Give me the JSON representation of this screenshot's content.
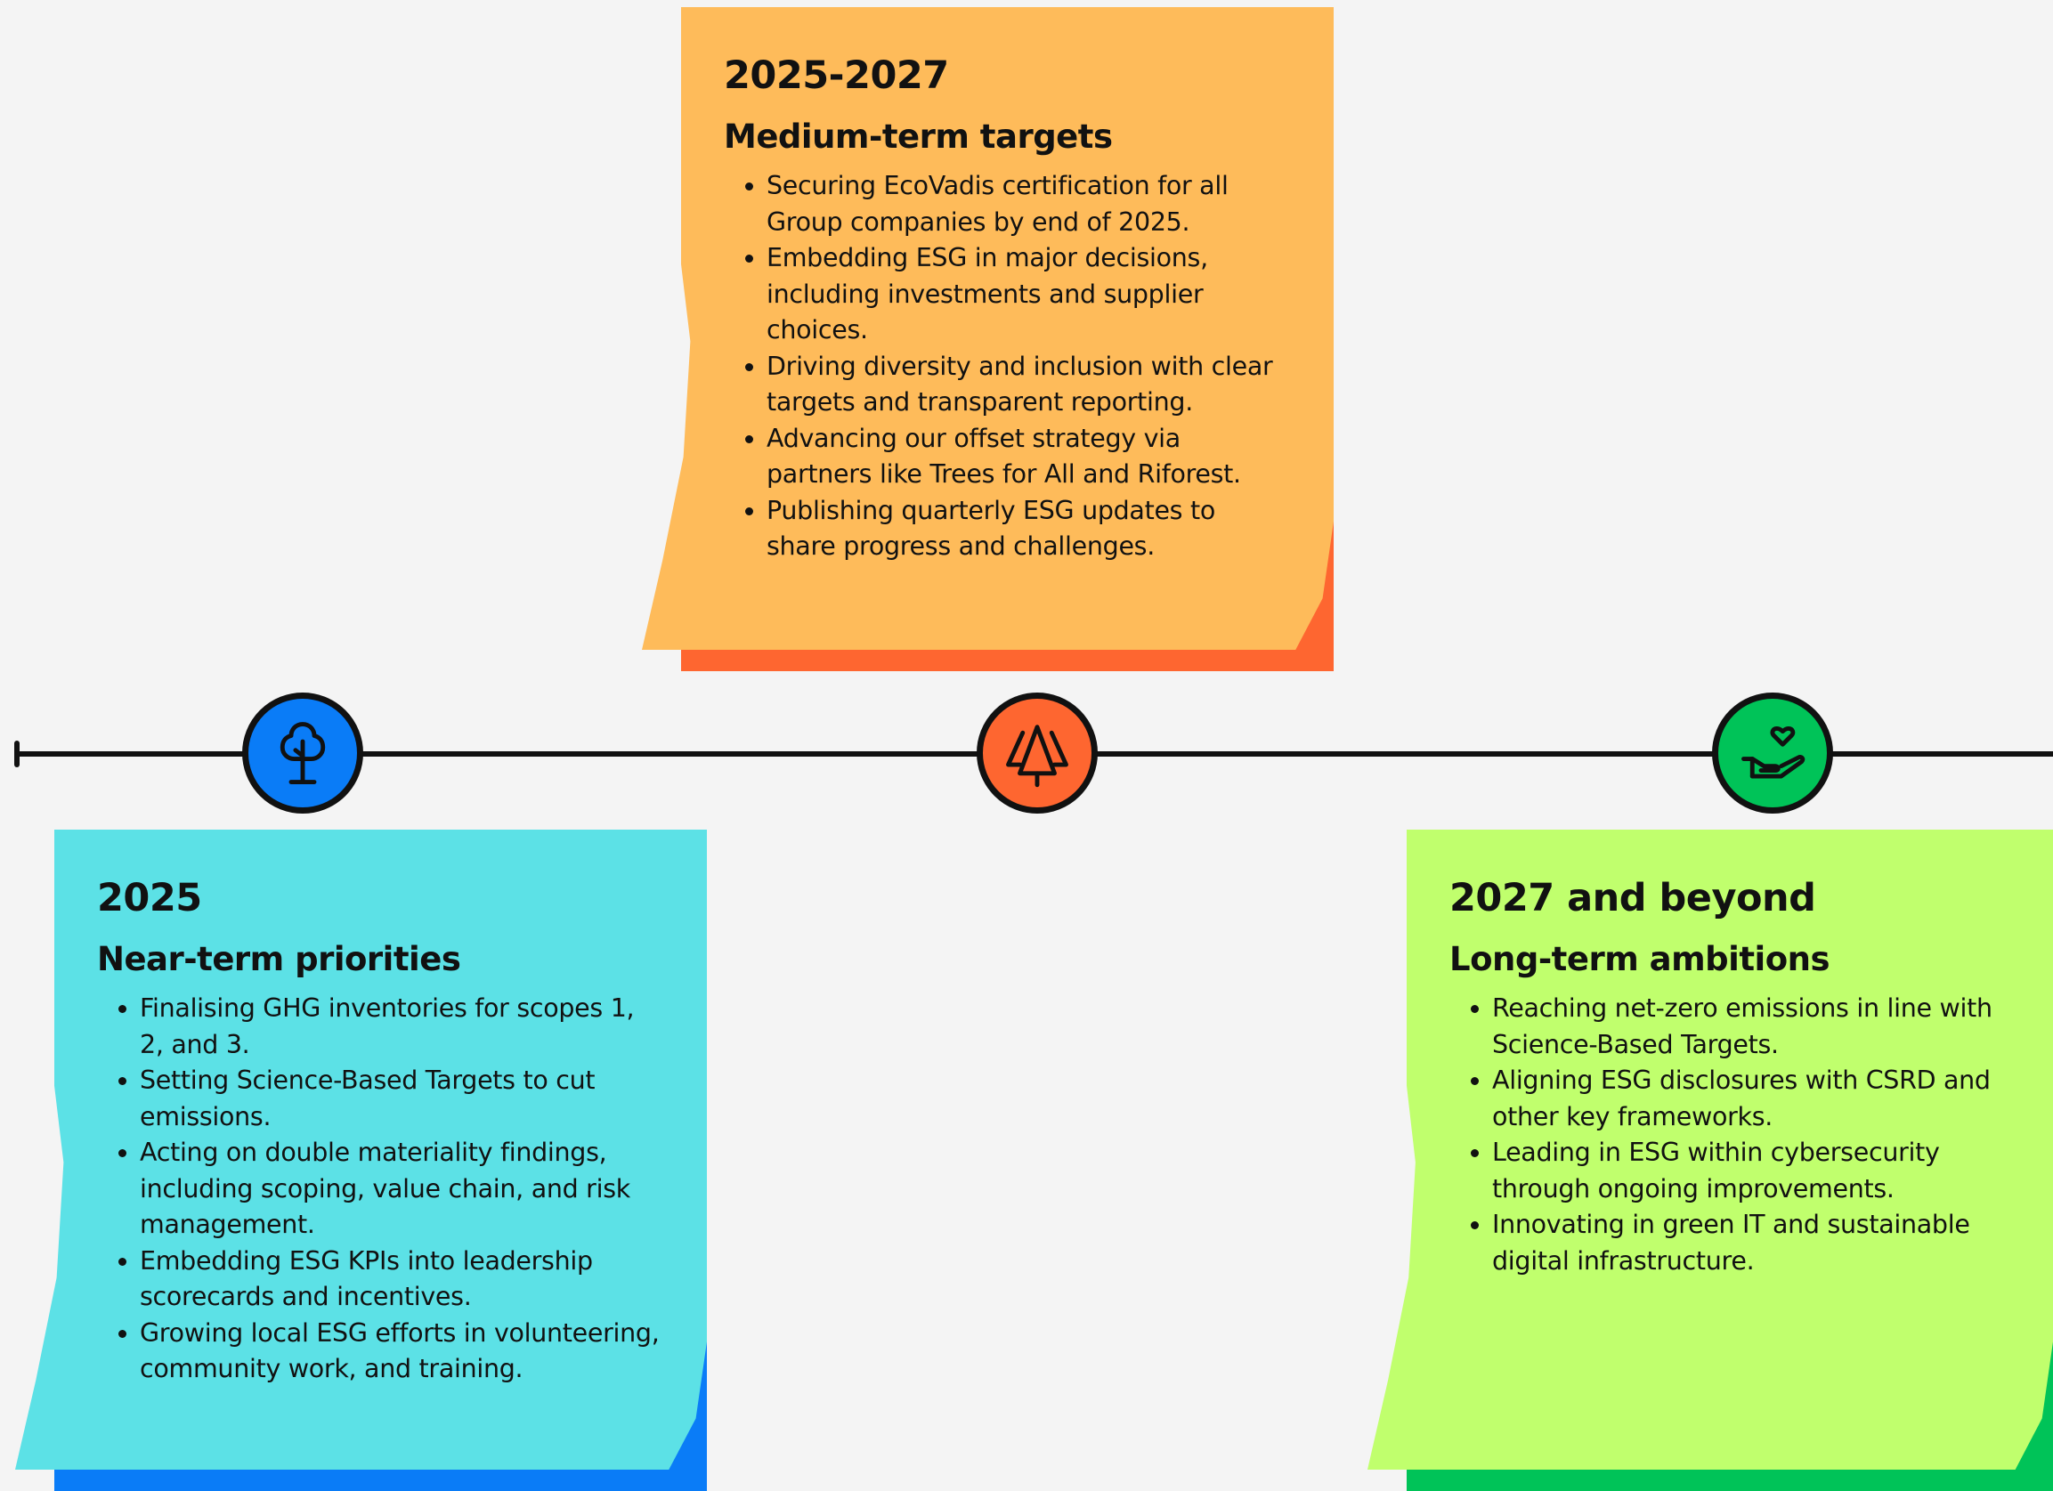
{
  "colors": {
    "background": "#f4f4f4",
    "line": "#111111",
    "near_term": {
      "sheet": "#5ce1e6",
      "shadow": "#0a7cf7",
      "node": "#0a7cf7"
    },
    "medium_term": {
      "sheet": "#febb5a",
      "shadow": "#fe6630",
      "node": "#fe6630"
    },
    "long_term": {
      "sheet": "#c0ff6d",
      "shadow": "#00c358",
      "node": "#00c358"
    }
  },
  "nodes": {
    "near_term_icon": "tree-icon",
    "medium_term_icon": "pine-trees-icon",
    "long_term_icon": "hand-heart-icon"
  },
  "phases": {
    "medium": {
      "period": "2025-2027",
      "heading": "Medium-term targets",
      "items": [
        "Securing EcoVadis certification for all Group companies by end of 2025.",
        "Embedding ESG in major decisions, including investments and supplier choices.",
        "Driving diversity and inclusion with clear targets and transparent reporting.",
        "Advancing our offset strategy via partners like Trees for All and Riforest.",
        "Publishing quarterly ESG updates to share progress and challenges."
      ]
    },
    "near": {
      "period": "2025",
      "heading": "Near-term priorities",
      "items": [
        "Finalising GHG inventories for scopes 1, 2, and 3.",
        "Setting Science-Based Targets to cut emissions.",
        "Acting on double materiality findings, including scoping, value chain, and risk management.",
        "Embedding ESG KPIs into leadership scorecards and incentives.",
        "Growing local ESG efforts in volunteering, community work, and training."
      ]
    },
    "long": {
      "period": "2027 and beyond",
      "heading": "Long-term ambitions",
      "items": [
        "Reaching net-zero emissions in line with Science-Based Targets.",
        "Aligning ESG disclosures with CSRD and other key frameworks.",
        "Leading in ESG within cybersecurity through ongoing improvements.",
        "Innovating in green IT and sustainable digital infrastructure."
      ]
    }
  }
}
